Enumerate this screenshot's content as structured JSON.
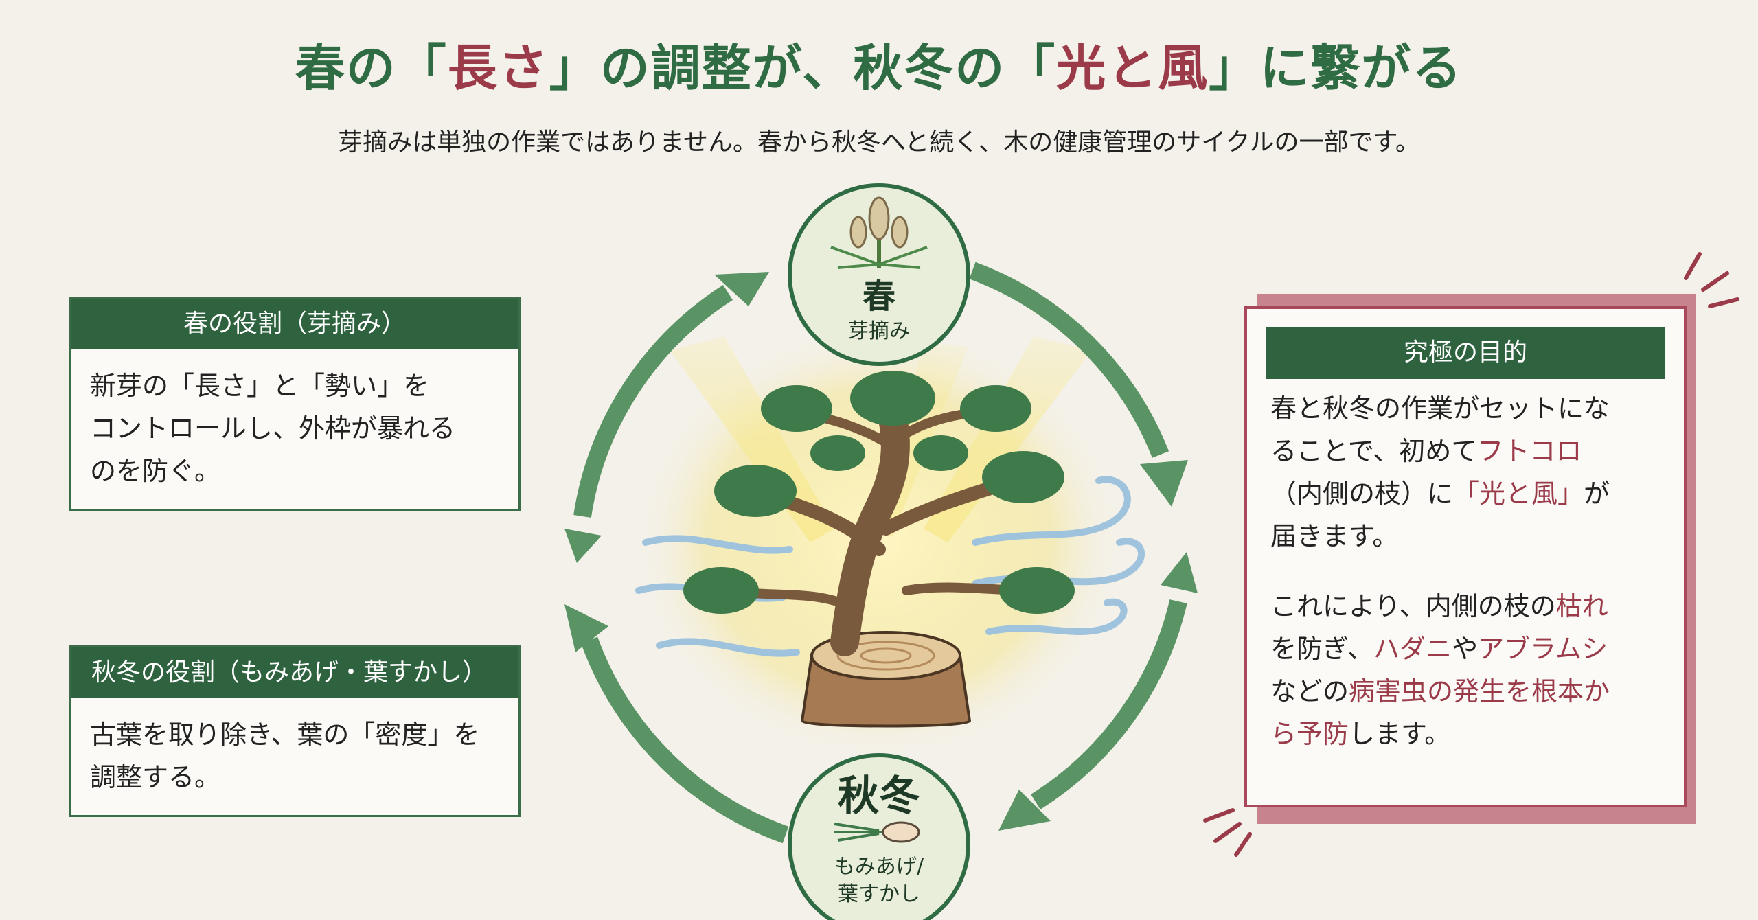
{
  "header": {
    "title_pre": "春の「",
    "title_hl1": "長さ",
    "title_mid": "」の調整が、秋冬の「",
    "title_hl2": "光と風",
    "title_post": "」に繋がる",
    "subtitle": "芽摘みは単独の作業ではありません。春から秋冬へと続く、木の健康管理のサイクルの一部です。"
  },
  "spring_box": {
    "title": "春の役割（芽摘み）",
    "lines": [
      "新芽の「長さ」と「勢い」を",
      "コントロールし、外枠が暴れる",
      "のを防ぐ。"
    ]
  },
  "autumn_box": {
    "title": "秋冬の役割（もみあげ・葉すかし）",
    "lines": [
      "古葉を取り除き、葉の「密度」を",
      "調整する。"
    ]
  },
  "cycle": {
    "spring": {
      "season": "春",
      "task": "芽摘み"
    },
    "autumn": {
      "season": "秋冬",
      "task_line1": "もみあげ/",
      "task_line2": "葉すかし"
    }
  },
  "goal_box": {
    "title": "究極の目的",
    "p1_l1": "春と秋冬の作業がセットにな",
    "p1_l2a": "ることで、初めて",
    "p1_l2b": "フトコロ",
    "p1_l3a": "（内側の枝）に",
    "p1_l3b": "「光と風」",
    "p1_l3c": "が",
    "p1_l4": "届きます。",
    "p2_l1a": "これにより、内側の枝の",
    "p2_l1b": "枯れ",
    "p2_l2a": "を防ぎ、",
    "p2_l2b": "ハダニ",
    "p2_l2c": "や",
    "p2_l2d": "アブラムシ",
    "p2_l3a": "などの",
    "p2_l3b": "病害虫の発生を根本か",
    "p2_l4a": "ら予防",
    "p2_l4b": "します。"
  },
  "colors": {
    "green": "#2f6b43",
    "red": "#9b3b4a",
    "arrow": "#5a9465",
    "background": "#f4f1ea"
  }
}
